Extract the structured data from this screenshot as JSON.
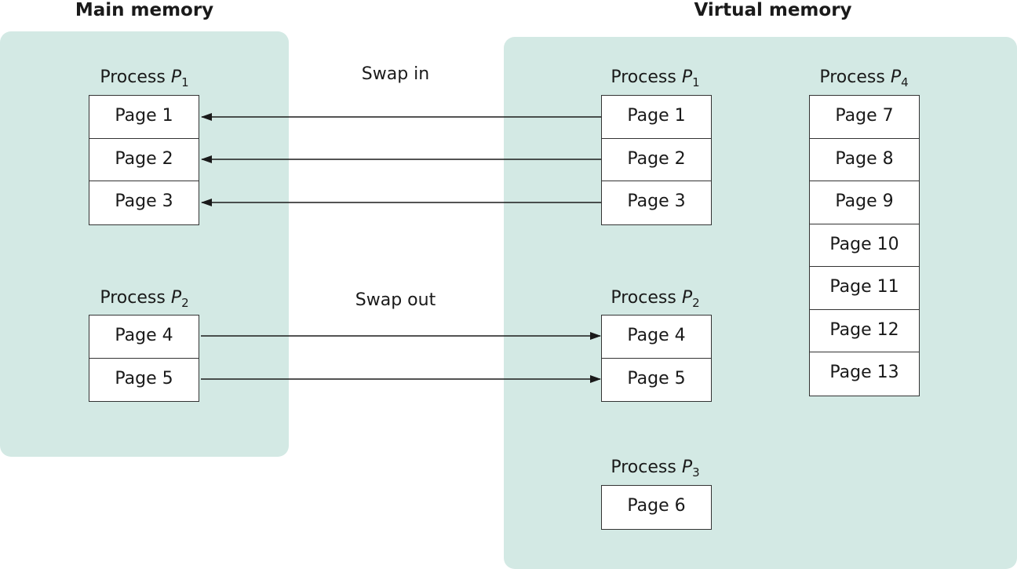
{
  "main_memory": {
    "heading": "Main memory",
    "processes": [
      {
        "label": "Process",
        "name": "P",
        "sub": "1",
        "pages": [
          "Page 1",
          "Page 2",
          "Page 3"
        ]
      },
      {
        "label": "Process",
        "name": "P",
        "sub": "2",
        "pages": [
          "Page 4",
          "Page 5"
        ]
      }
    ]
  },
  "virtual_memory": {
    "heading": "Virtual memory",
    "processes": [
      {
        "label": "Process",
        "name": "P",
        "sub": "1",
        "pages": [
          "Page 1",
          "Page 2",
          "Page 3"
        ]
      },
      {
        "label": "Process",
        "name": "P",
        "sub": "2",
        "pages": [
          "Page 4",
          "Page 5"
        ]
      },
      {
        "label": "Process",
        "name": "P",
        "sub": "3",
        "pages": [
          "Page 6"
        ]
      },
      {
        "label": "Process",
        "name": "P",
        "sub": "4",
        "pages": [
          "Page 7",
          "Page 8",
          "Page 9",
          "Page 10",
          "Page 11",
          "Page 12",
          "Page 13"
        ]
      }
    ]
  },
  "arrows": {
    "swap_in_label": "Swap in",
    "swap_out_label": "Swap out"
  },
  "colors": {
    "region_fill": "#d3e9e4",
    "stroke": "#333333"
  }
}
